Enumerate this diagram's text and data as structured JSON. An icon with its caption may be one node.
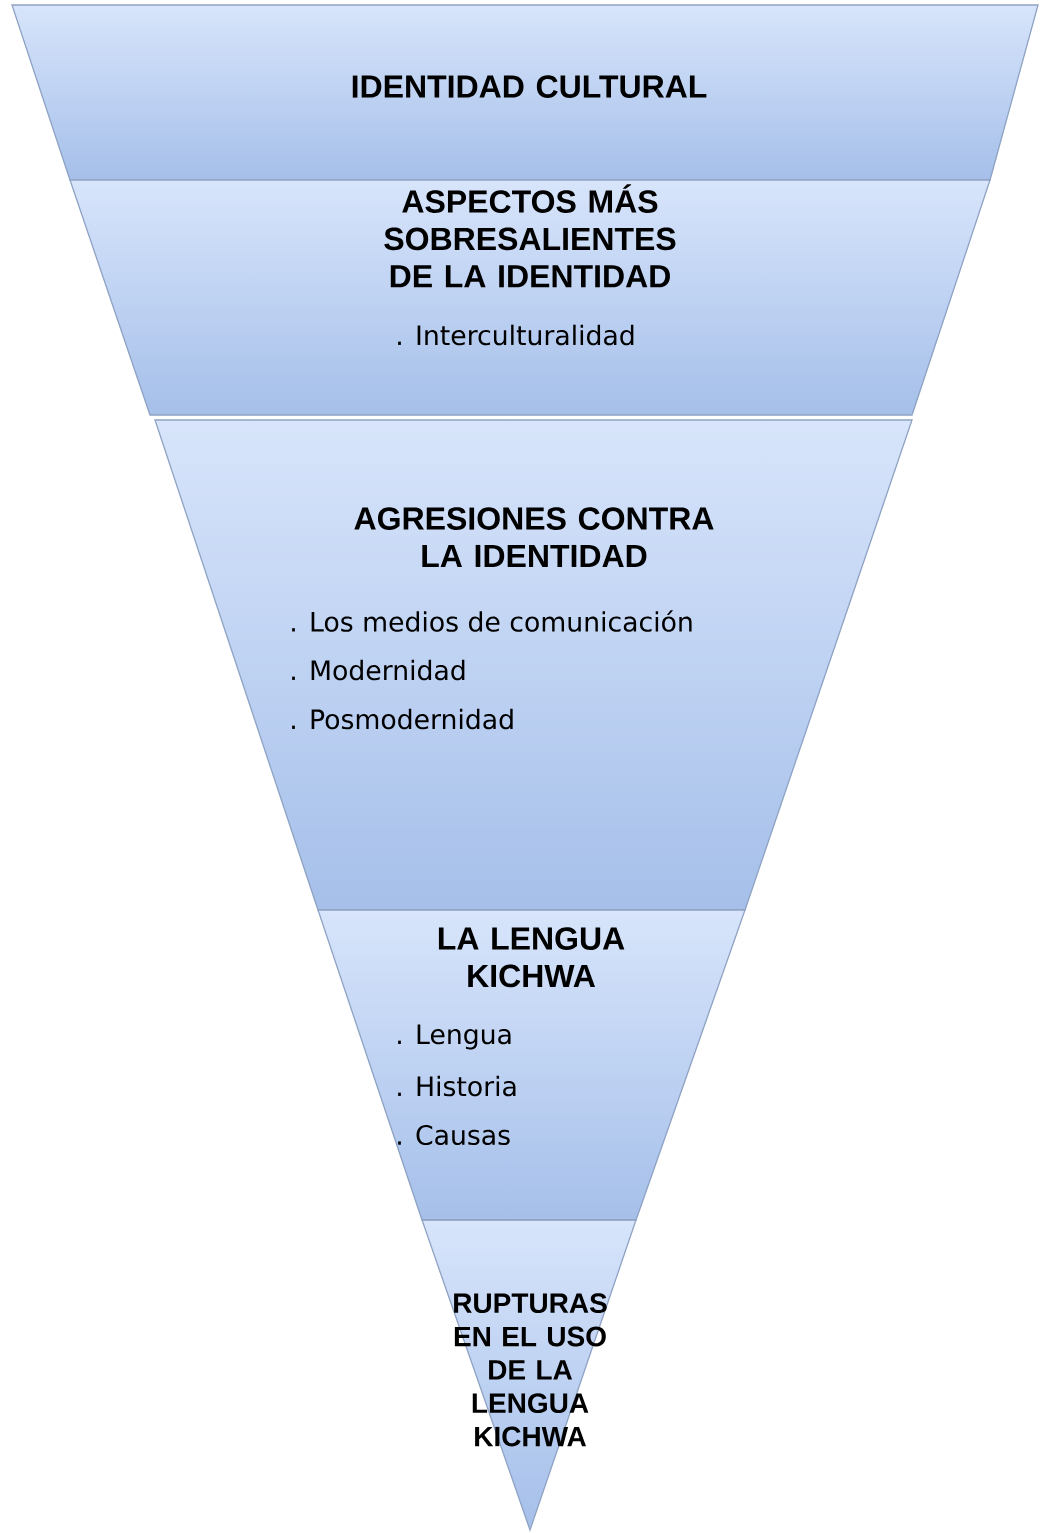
{
  "diagram": {
    "nodes": [
      {
        "text": [
          "IDENTIDAD CULTURAL"
        ]
      },
      {
        "text": [
          "ASPECTOS MÁS SOBRESALIENTES DE LA IDENTIDAD",
          ". Interculturalidad"
        ]
      },
      {
        "text": [
          "AGRESIONES CONTRA LA IDENTIDAD",
          ". Los medios de comunicación",
          ". Modernidad",
          ". Posmodernidad"
        ]
      },
      {
        "text": [
          "LA LENGUA KICHWA",
          ". Lengua",
          ". Historia",
          ". Causas"
        ]
      },
      {
        "text": [
          "RUPTURAS EN EL USO DE LA LENGUA KICHWA"
        ]
      }
    ]
  }
}
